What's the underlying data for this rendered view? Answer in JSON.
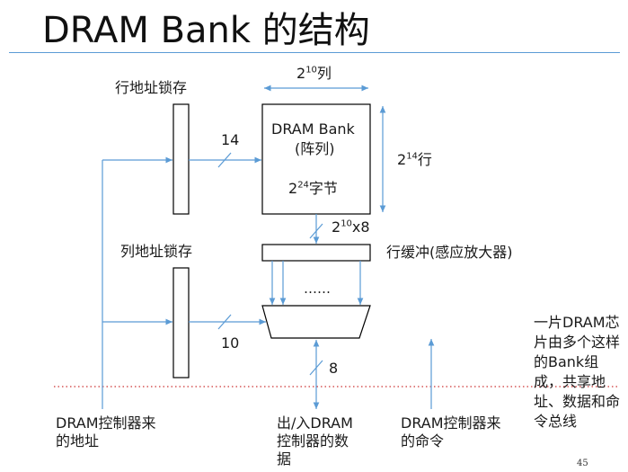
{
  "title": "DRAM Bank 的结构",
  "labels": {
    "row_latch": "行地址锁存",
    "col_latch": "列地址锁存",
    "bank_title": "DRAM Bank",
    "bank_subtitle": "(阵列)",
    "bank_size_base": "2",
    "bank_size_exp": "24",
    "bank_size_unit": "字节",
    "cols_base": "2",
    "cols_exp": "10",
    "cols_unit": "列",
    "rows_base": "2",
    "rows_exp": "14",
    "rows_unit": "行",
    "bus_width_base": "2",
    "bus_width_exp": "10",
    "bus_width_unit": "x8",
    "row_addr_bits": "14",
    "col_addr_bits": "10",
    "data_bits": "8",
    "row_buffer": "行缓冲(感应放大器)",
    "ellipsis": "……",
    "addr_source": "DRAM控制器来的地址",
    "data_io": "出/入DRAM控制器的数据",
    "cmd_source": "DRAM控制器来的命令",
    "note": "一片DRAM芯片由多个这样的Bank组成，共享地址、数据和命令总线"
  },
  "page_number": "45",
  "colors": {
    "line": "#5b9bd5",
    "box": "#000000",
    "title_rule": "#5b9bd5",
    "chip_boundary": "#c00000"
  }
}
